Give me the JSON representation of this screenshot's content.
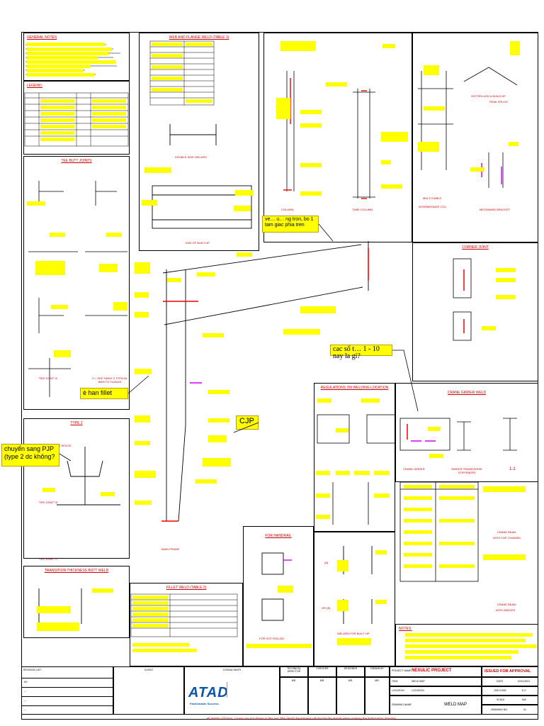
{
  "general_notes": {
    "title": "GENERAL NOTES",
    "lines": [
      "1.",
      "2.",
      "3.",
      "4.",
      "5.",
      "6."
    ]
  },
  "legend": {
    "title": "LEGEND:"
  },
  "tee_butt": {
    "title": "TEE BUTT JOINTS",
    "tee_a": "\"TEE JOINT\" A",
    "tee_a_note": "X = SEE TABLE 2 TYPICAL WEB TO FLANGE",
    "flange_splice": "FLANGE & WEB BUTT SPLICE",
    "tee_b": "\"TEE JOINT\" B",
    "tee_c": "\"TEE JOINT\" C"
  },
  "web_flange": {
    "title": "WEB AND FLANGE WELD (TABLE 1)",
    "double_side": "DOUBLE SIDE WELDES"
  },
  "end_built_up": {
    "title": "END OF BUILT-UP"
  },
  "column": {
    "label": "COLUMN"
  },
  "tube_column": {
    "label": "TUBE COLUMN"
  },
  "multi_gable": {
    "label1": "MULTI GABLE",
    "label2": "INTERMEDIATE COL."
  },
  "peak_splice": {
    "label1": "HOT ROLLED & BUILD UP",
    "label2": "PEAK SPLICE"
  },
  "mezzanine": {
    "label": "MEZZANINE BRACKET"
  },
  "corner_joint": {
    "title": "CORNER JOINT"
  },
  "main_frame": {
    "label": "MAIN FRAME"
  },
  "type2": {
    "title": "TYPE 2"
  },
  "transition": {
    "title": "TRANSITION THICKNESS BUTT WELD"
  },
  "fillet_weld": {
    "title": "FILLET WELD (TABLE 2)"
  },
  "handrail": {
    "title": "FOR HANDRAIL",
    "hot_rolled": "FOR HOT ROLLED"
  },
  "regulations": {
    "title": "REGULATIONS ON WELDING LOCATION"
  },
  "crane_girder_weld": {
    "title": "CRANE GIRDER WELD",
    "crane_girder": "CRANE GIRDER",
    "transverse": "GIRDER TRANSVERSE STIFFENERS",
    "section": "1-1"
  },
  "crane_beam_cap": {
    "label1": "CRANE BEAM",
    "label2": "WITH CAP CHANNEL"
  },
  "crane_beam_angles": {
    "label1": "CRANE BEAM",
    "label2": "WITH ANGLES"
  },
  "welded_built_up": {
    "title": "WELDED FOR BUILT UP",
    "a": "(A)",
    "b": "OR (B)"
  },
  "notes_br": {
    "title": "NOTES:"
  },
  "annotations": {
    "note1": "ve… u… ng tron, bo 1 tam giac phia tren",
    "note2": "cac số t… 1 - 10 nay la gi?",
    "note3": "è han fillet",
    "note4": "CJP",
    "note5": "chuyển sang PJP (type 2 dc không?"
  },
  "title_block": {
    "revision_list": "REVISION LIST :",
    "client": "CLIENT",
    "consultant": "CONSULTANTS",
    "technical_director": "TECHNICAL DIRECTOR",
    "checker": "CHECKER",
    "designer": "DESIGNER",
    "drawn_by": "DRAWN BY",
    "project_name_label": "PROJECT NAME",
    "project_name": "NEXULIC PROJECT",
    "issued": "ISSUED FOR APPROVAL",
    "rev_rows": [
      "00",
      "--",
      "--",
      "--"
    ],
    "signature": "MR.",
    "item_label": "ITEM",
    "item_value": "WELD MAP",
    "location_label": "LOCATION",
    "location_value": "LOCATION",
    "drawing_name_label": "DRAWING NAME",
    "drawing_name": "WELD MAP",
    "date_label": "DATE",
    "date_value": "02/11/2021",
    "job_label": "JOB CODE",
    "job_value": "E-0",
    "scale_label": "SCALE",
    "scale_value": "N/A",
    "drawing_no_label": "DRAWING NO.",
    "drawing_no": "01",
    "logo": "ATAD",
    "logo_sub": "Fashionable Success",
    "disclaimer": "All details of forms, covers are not drawn in this set. The detail department will decide the details when making the Fabrication drawing"
  }
}
